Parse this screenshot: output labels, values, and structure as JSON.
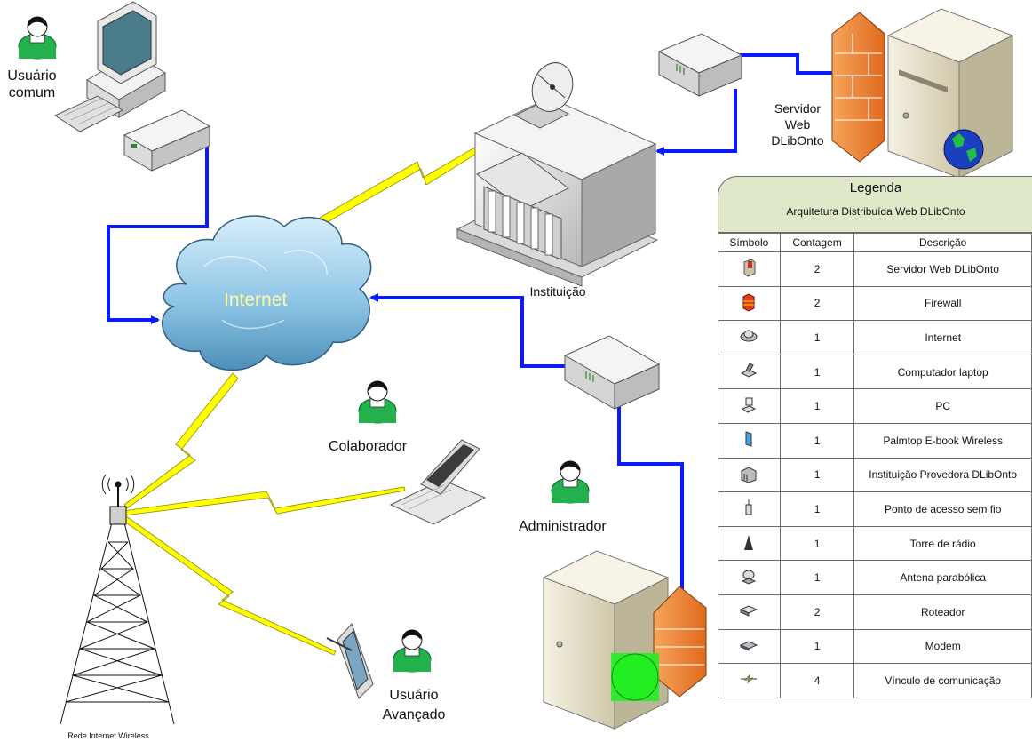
{
  "labels": {
    "usuario_comum": [
      "Usuário",
      "comum"
    ],
    "servidor_web": [
      "Servidor",
      "Web",
      "DLibOnto"
    ],
    "instituicao": "Instituição",
    "internet": "Internet",
    "colaborador": "Colaborador",
    "administrador": "Administrador",
    "usuario_avancado": [
      "Usuário",
      "Avançado"
    ],
    "rede_wireless": "Rede Internet Wireless"
  },
  "legend": {
    "title": "Legenda",
    "subtitle": "Arquitetura Distribuída Web DLibOnto",
    "columns": [
      "Símbolo",
      "Contagem",
      "Descrição"
    ],
    "rows": [
      {
        "icon": "server-icon",
        "count": "2",
        "desc": "Servidor Web DLibOnto"
      },
      {
        "icon": "firewall-icon",
        "count": "2",
        "desc": "Firewall"
      },
      {
        "icon": "cloud-icon",
        "count": "1",
        "desc": "Internet"
      },
      {
        "icon": "laptop-icon",
        "count": "1",
        "desc": "Computador laptop"
      },
      {
        "icon": "pc-icon",
        "count": "1",
        "desc": "PC"
      },
      {
        "icon": "palmtop-icon",
        "count": "1",
        "desc": "Palmtop E-book Wireless"
      },
      {
        "icon": "institution-icon",
        "count": "1",
        "desc": "Instituição Provedora DLibOnto"
      },
      {
        "icon": "access-point-icon",
        "count": "1",
        "desc": "Ponto de acesso sem fio"
      },
      {
        "icon": "radio-tower-icon",
        "count": "1",
        "desc": "Torre de rádio"
      },
      {
        "icon": "satellite-dish-icon",
        "count": "1",
        "desc": "Antena parabólica"
      },
      {
        "icon": "router-icon",
        "count": "2",
        "desc": "Roteador"
      },
      {
        "icon": "modem-icon",
        "count": "1",
        "desc": "Modem"
      },
      {
        "icon": "link-icon",
        "count": "4",
        "desc": "Vínculo de comunicação"
      }
    ]
  },
  "colors": {
    "connection": "#0a1aff",
    "wireless": "#ffff00",
    "user": "#22b14c",
    "firewall": "#f07d2a",
    "server": "#e8e2cc",
    "cloud": "#8fc6e6",
    "legend_header": "#dfe8c8"
  }
}
